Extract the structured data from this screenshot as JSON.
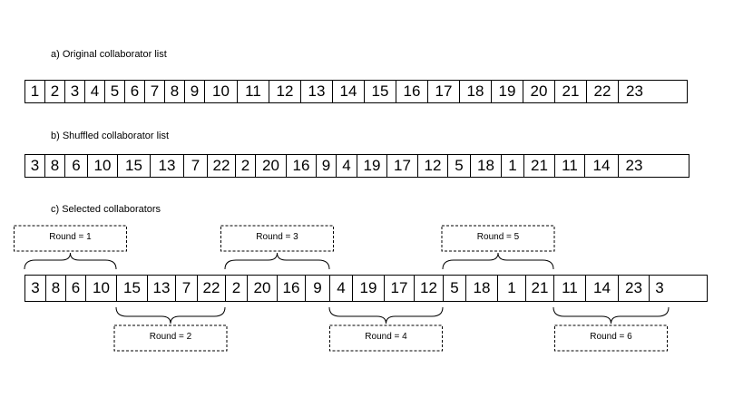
{
  "captions": {
    "a": "a)    Original collaborator list",
    "b": "b)    Shuffled collaborator list",
    "c": "c)    Selected collaborators"
  },
  "original_list": [
    "1",
    "2",
    "3",
    "4",
    "5",
    "6",
    "7",
    "8",
    "9",
    "10",
    "11",
    "12",
    "13",
    "14",
    "15",
    "16",
    "17",
    "18",
    "19",
    "20",
    "21",
    "22",
    "23"
  ],
  "shuffled_list": [
    "3",
    "8",
    "6",
    "10",
    "15",
    "13",
    "7",
    "22",
    "2",
    "20",
    "16",
    "9",
    "4",
    "19",
    "17",
    "12",
    "5",
    "18",
    "1",
    "21",
    "11",
    "14",
    "23"
  ],
  "selected_list": [
    "3",
    "8",
    "6",
    "10",
    "15",
    "13",
    "7",
    "22",
    "2",
    "20",
    "16",
    "9",
    "4",
    "19",
    "17",
    "12",
    "5",
    "18",
    "1",
    "21",
    "11",
    "14",
    "23",
    "3"
  ],
  "rounds": [
    {
      "label": "Round = 1",
      "start": 0,
      "end": 3,
      "side": "top"
    },
    {
      "label": "Round = 2",
      "start": 4,
      "end": 7,
      "side": "bottom"
    },
    {
      "label": "Round = 3",
      "start": 8,
      "end": 11,
      "side": "top"
    },
    {
      "label": "Round = 4",
      "start": 12,
      "end": 15,
      "side": "bottom"
    },
    {
      "label": "Round = 5",
      "start": 16,
      "end": 19,
      "side": "top"
    },
    {
      "label": "Round = 6",
      "start": 20,
      "end": 23,
      "side": "bottom"
    }
  ]
}
